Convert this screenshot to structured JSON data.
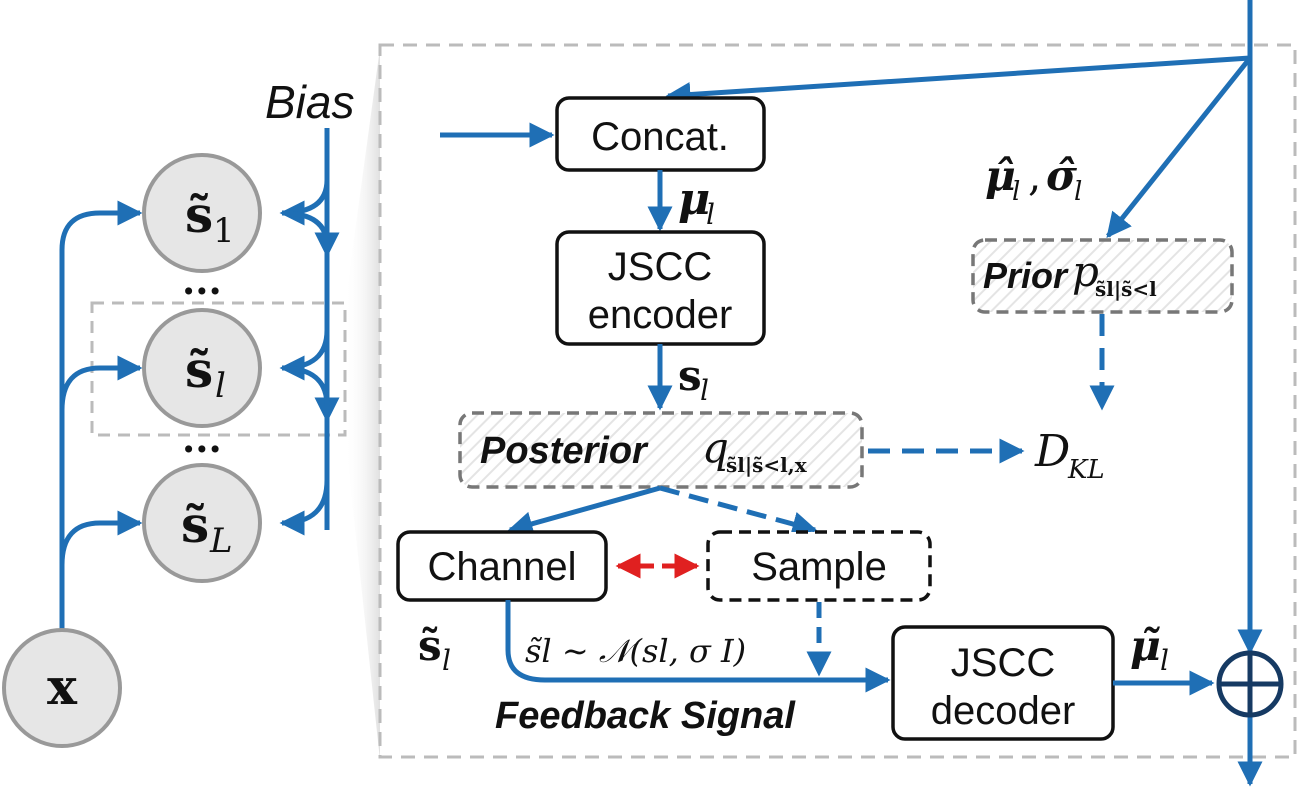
{
  "left": {
    "bias_label": "Bias",
    "nodes": [
      {
        "main": "s̃",
        "sub": "1"
      },
      {
        "main": "s̃",
        "sub": "l"
      },
      {
        "main": "s̃",
        "sub": "L"
      }
    ],
    "ellipsis_top": "...",
    "ellipsis_bottom": "...",
    "input_node": "x"
  },
  "blocks": {
    "concat": "Concat.",
    "encoder_line1": "JSCC",
    "encoder_line2": "encoder",
    "channel": "Channel",
    "sample": "Sample",
    "decoder_line1": "JSCC",
    "decoder_line2": "decoder",
    "prior_word": "Prior",
    "posterior_word": "Posterior",
    "feedback": "Feedback Signal"
  },
  "math": {
    "mu_l_main": "μ",
    "mu_l_sub": "l",
    "prior_params_mu": "μ̂",
    "prior_params_sigma": "σ̂",
    "prior_params_sub": "l",
    "prior_p": "p",
    "prior_p_sub": "s̃l|s̃<l",
    "s_l_main": "s",
    "s_l_sub": "l",
    "posterior_q": "q",
    "posterior_q_sub": "s̃l|s̃<l,x",
    "dkl_main": "D",
    "dkl_sub": "KL",
    "s_tilde_l_main": "s̃",
    "s_tilde_l_sub": "l",
    "channel_dist": "s̃l ∼ 𝒩(sl, σ I)",
    "mu_tilde_main": "μ̃",
    "mu_tilde_sub": "l"
  },
  "colors": {
    "arrow_blue": "#1f6fb5",
    "red_arrow": "#e02020",
    "dashed_gray": "#bbbbbb",
    "node_fill": "#e6e6e6",
    "node_stroke": "#999999",
    "dark_blue": "#163a63"
  }
}
